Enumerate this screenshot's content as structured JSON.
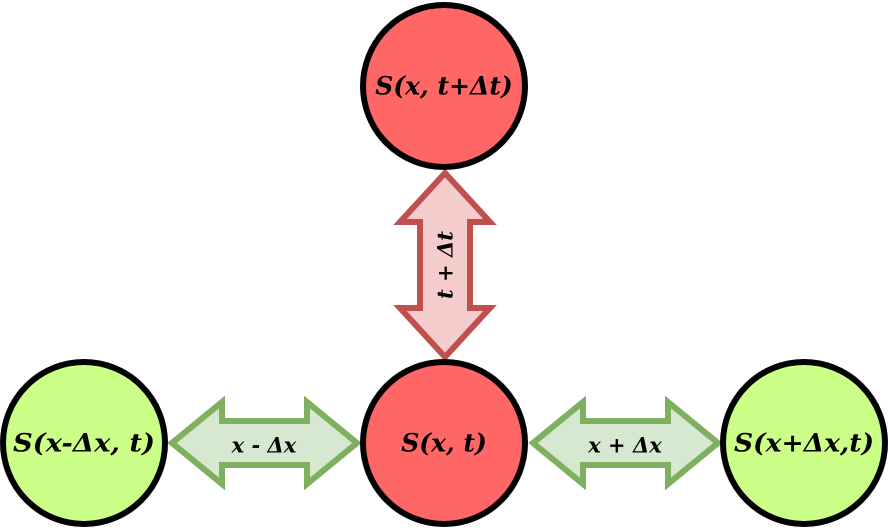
{
  "colors": {
    "red_node_fill": "#ff6666",
    "green_node_fill": "#ccff88",
    "node_stroke": "#000000",
    "red_arrow_fill": "#f5cccc",
    "red_arrow_stroke": "#c0504d",
    "green_arrow_fill": "#d6e8d0",
    "green_arrow_stroke": "#7fb05f"
  },
  "nodes": {
    "top": {
      "label": "S(x, t+Δt)"
    },
    "center": {
      "label": "S(x, t)"
    },
    "left": {
      "label": "S(x-Δx, t)"
    },
    "right": {
      "label": "S(x+Δx,t)"
    }
  },
  "arrows": {
    "vertical": {
      "label": "t + Δt"
    },
    "left": {
      "label": "x - Δx"
    },
    "right": {
      "label": "x + Δx"
    }
  }
}
